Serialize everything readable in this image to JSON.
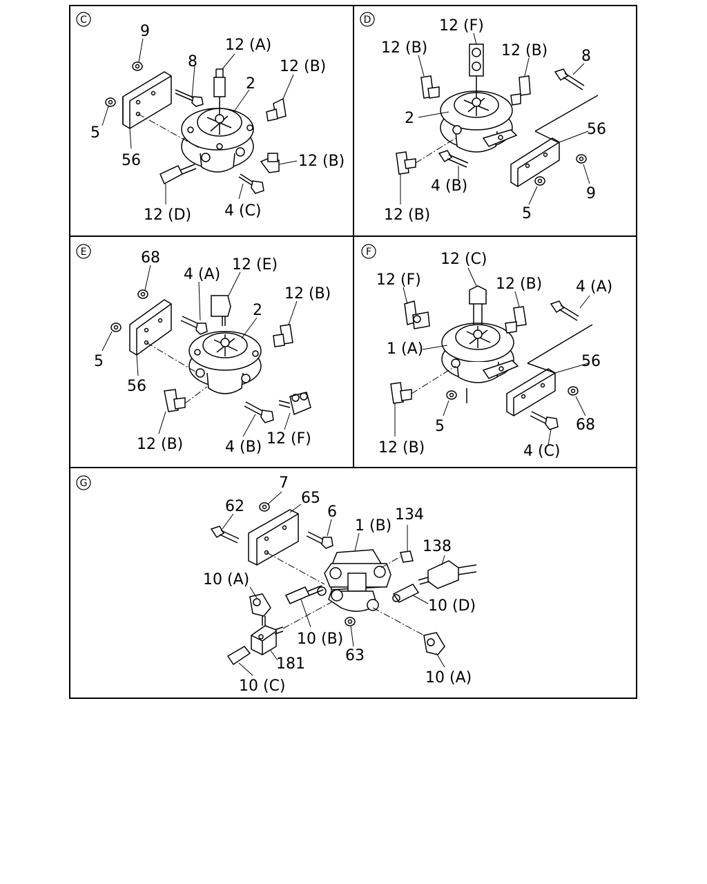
{
  "panels": [
    {
      "key": "C",
      "badge": "C",
      "labels": [
        "9",
        "12 (A)",
        "8",
        "12 (B)",
        "2",
        "5",
        "56",
        "12 (B)",
        "12 (D)",
        "4 (C)"
      ]
    },
    {
      "key": "D",
      "badge": "D",
      "labels": [
        "12 (F)",
        "12 (B)",
        "12 (B)",
        "8",
        "2",
        "56",
        "12 (B)",
        "4 (B)",
        "9",
        "5"
      ]
    },
    {
      "key": "E",
      "badge": "E",
      "labels": [
        "68",
        "4 (A)",
        "12 (E)",
        "12 (B)",
        "2",
        "5",
        "56",
        "12 (B)",
        "4 (B)",
        "12 (F)"
      ]
    },
    {
      "key": "F",
      "badge": "F",
      "labels": [
        "12 (C)",
        "12 (F)",
        "12 (B)",
        "4 (A)",
        "1 (A)",
        "56",
        "12 (B)",
        "5",
        "68",
        "4 (C)"
      ]
    },
    {
      "key": "G",
      "badge": "G",
      "labels": [
        "7",
        "65",
        "62",
        "6",
        "1 (B)",
        "134",
        "138",
        "10 (A)",
        "10 (D)",
        "10 (B)",
        "63",
        "181",
        "10 (C)",
        "10 (A)"
      ]
    }
  ]
}
